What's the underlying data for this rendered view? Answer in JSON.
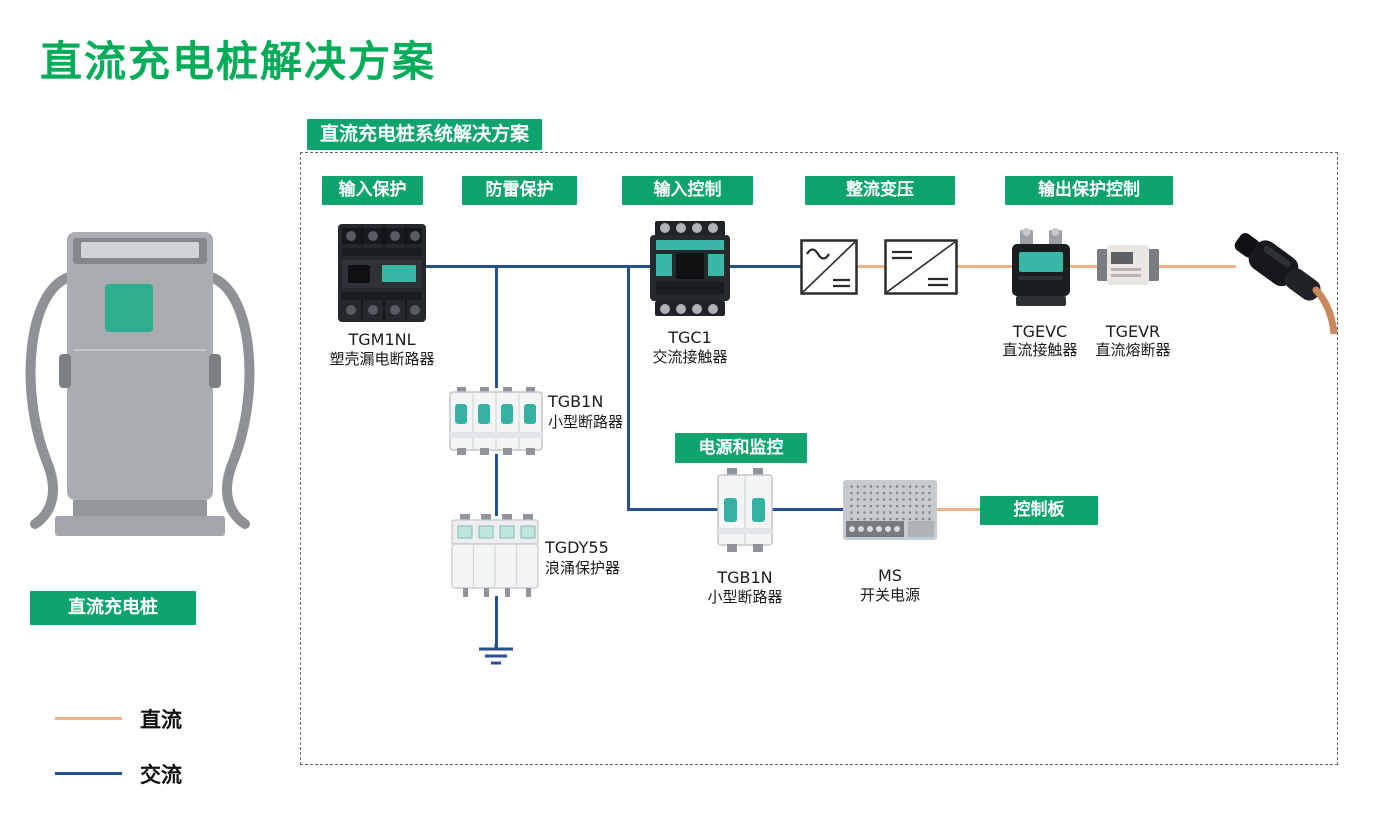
{
  "page": {
    "title": "直流充电桩解决方案"
  },
  "colors": {
    "title_green": "#00AC58",
    "badge_green": "#0CA46C",
    "ac_line_blue": "#27508F",
    "dc_line_orange": "#F2B287"
  },
  "pile": {
    "label": "直流充电桩"
  },
  "legend": {
    "dc_label": "直流",
    "ac_label": "交流"
  },
  "diagram": {
    "header": "直流充电桩系统解决方案",
    "stage_badges": [
      {
        "label": "输入保护"
      },
      {
        "label": "防雷保护"
      },
      {
        "label": "输入控制"
      },
      {
        "label": "整流变压"
      },
      {
        "label": "输出保护控制"
      }
    ],
    "power_monitor_badge": "电源和监控",
    "control_board_badge": "控制板",
    "components": {
      "tgm1nl": {
        "model": "TGM1NL",
        "desc": "塑壳漏电断路器"
      },
      "tgb1n_4p": {
        "model": "TGB1N",
        "desc": "小型断路器"
      },
      "tgdy55": {
        "model": "TGDY55",
        "desc": "浪涌保护器"
      },
      "tgc1": {
        "model": "TGC1",
        "desc": "交流接触器"
      },
      "tgevc": {
        "model": "TGEVC",
        "desc": "直流接触器"
      },
      "tgevr": {
        "model": "TGEVR",
        "desc": "直流熔断器"
      },
      "tgb1n_2p": {
        "model": "TGB1N",
        "desc": "小型断路器"
      },
      "ms": {
        "model": "MS",
        "desc": "开关电源"
      }
    }
  }
}
